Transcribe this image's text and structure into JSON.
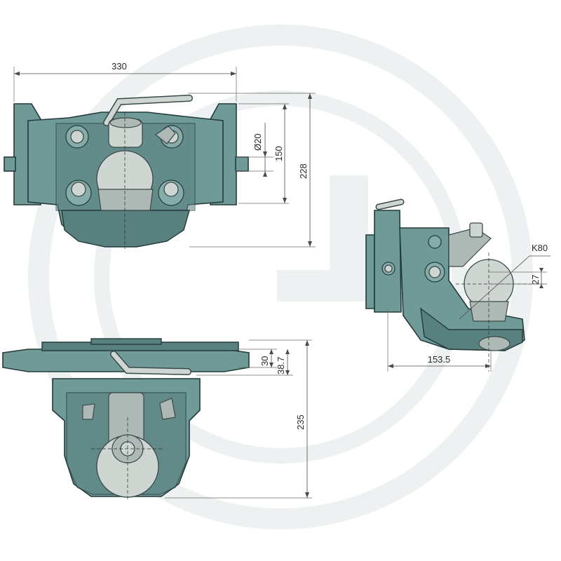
{
  "drawing": {
    "colors": {
      "body": "#6f9a98",
      "body_dark": "#58807f",
      "metal": "#cfd6d2",
      "watermark": "#e8ecec",
      "dimension": "#4a4a4a"
    },
    "watermark": {
      "icon": "g-logo-icon"
    },
    "dimensions": {
      "width_330": "330",
      "dia_20": "Ø20",
      "height_150": "150",
      "height_228": "228",
      "ball_k80": "K80",
      "offset_27": "27",
      "reach_153_5": "153.5",
      "plate_30": "30",
      "plate_38_7": "38.7",
      "height_235": "235"
    }
  }
}
